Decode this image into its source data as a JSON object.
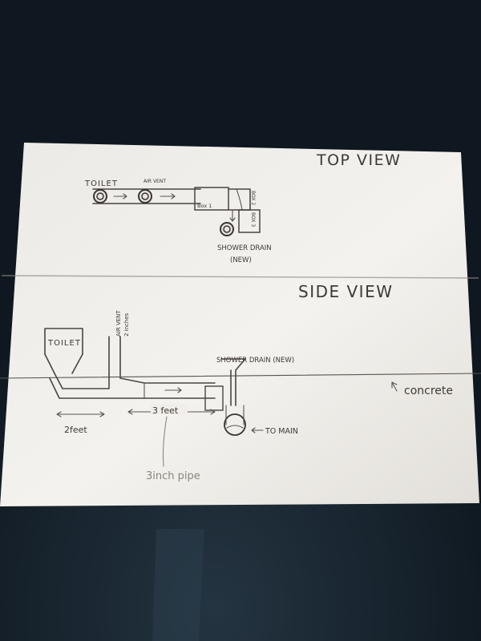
{
  "top_view": {
    "title": "TOP VIEW",
    "labels": {
      "toilet": "TOILET",
      "air_vent": "AIR VENT",
      "box_1": "Box 1",
      "box_2": "BOX 2",
      "box_3": "BOX 3",
      "shower_drain": "SHOWER DRAIN",
      "new": "(NEW)"
    }
  },
  "side_view": {
    "title": "SIDE VIEW",
    "labels": {
      "toilet": "TOILET",
      "air_vent": "AIR VENT",
      "air_vent_size": "2 inches",
      "shower_drain": "SHOWER DRAIN (NEW)",
      "concrete": "concrete",
      "to_main": "TO MAIN",
      "dim_2feet": "2feet",
      "dim_3feet": "3 feet",
      "pipe_note": "3inch pipe"
    }
  },
  "colors": {
    "background": "#0f1820",
    "paper": "#f1eeea",
    "ink": "#4a4540"
  }
}
